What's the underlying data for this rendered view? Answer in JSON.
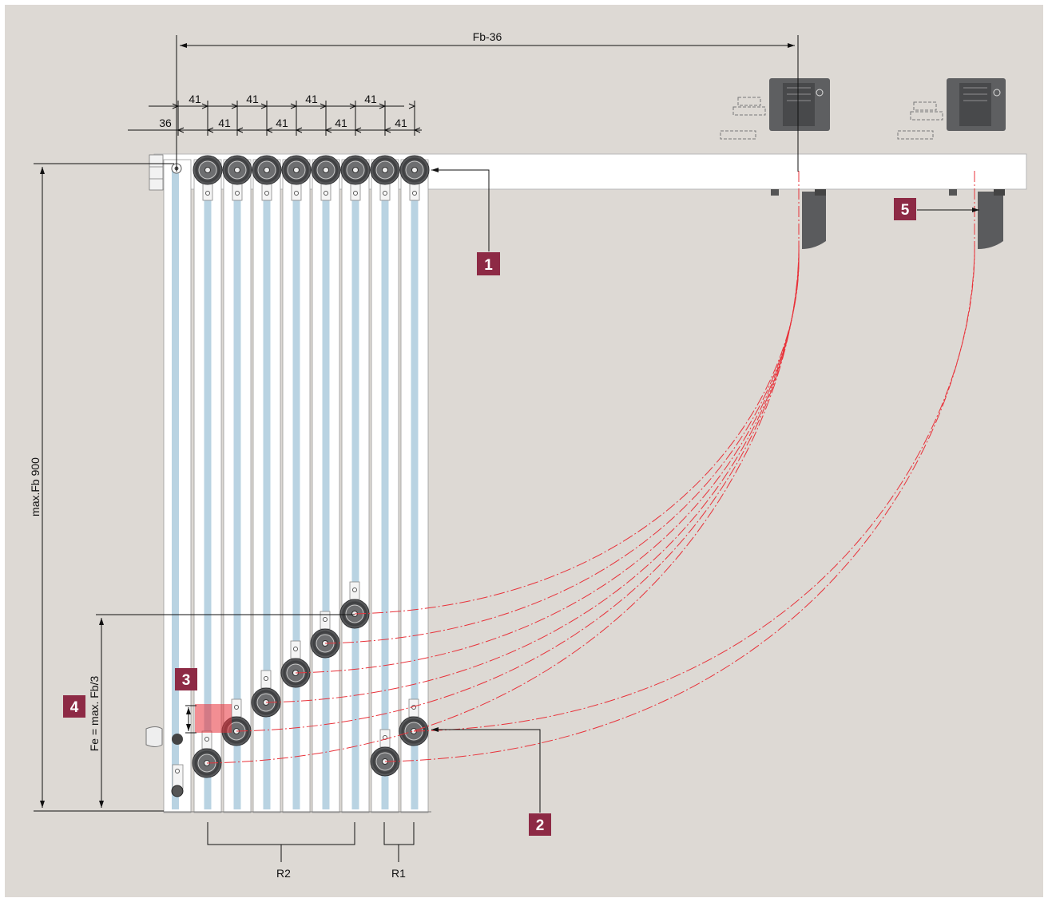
{
  "colors": {
    "background": "#ddd9d4",
    "accent_marker": "#8d2a45",
    "red_path": "#e8323a",
    "glass": "#b9d3e2",
    "frame": "#ffffff",
    "dark_hardware": "#58595b"
  },
  "dimensions": {
    "top": "Fb-36",
    "pitch_row1": [
      "41",
      "41",
      "41",
      "41"
    ],
    "pitch_row2": [
      "36",
      "41",
      "41",
      "41",
      "41"
    ],
    "height": "max.Fb 900",
    "fe": "Fe = max. Fb/3"
  },
  "groups": {
    "r2": "R2",
    "r1": "R1"
  },
  "markers": [
    "1",
    "2",
    "3",
    "4",
    "5"
  ]
}
